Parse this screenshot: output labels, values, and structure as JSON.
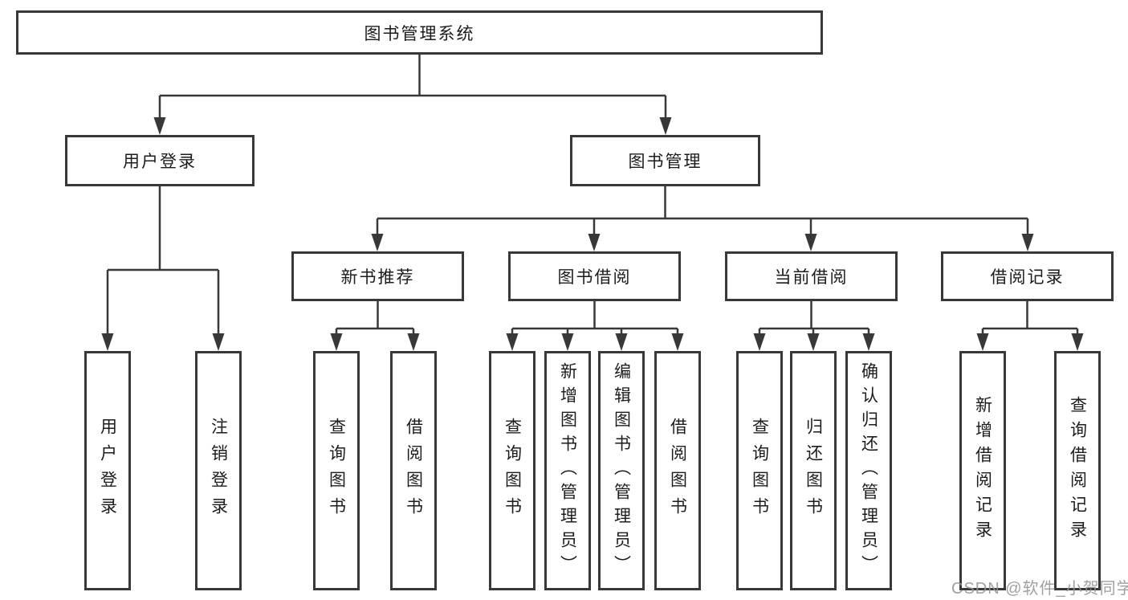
{
  "diagram_type": "hierarchy-structure-chart",
  "colors": {
    "background": "#ffffff",
    "line": "#383838",
    "box_border": "#383838",
    "text": "#1c1c1c",
    "watermark": "#969696"
  },
  "tree": {
    "label": "图书管理系统",
    "children": [
      {
        "label": "用户登录",
        "children": [
          {
            "label": "用户登录"
          },
          {
            "label": "注销登录"
          }
        ]
      },
      {
        "label": "图书管理",
        "children": [
          {
            "label": "新书推荐",
            "children": [
              {
                "label": "查询图书"
              },
              {
                "label": "借阅图书"
              }
            ]
          },
          {
            "label": "图书借阅",
            "children": [
              {
                "label": "查询图书"
              },
              {
                "label": "新增图书（管理员）"
              },
              {
                "label": "编辑图书（管理员）"
              },
              {
                "label": "借阅图书"
              }
            ]
          },
          {
            "label": "当前借阅",
            "children": [
              {
                "label": "查询图书"
              },
              {
                "label": "归还图书"
              },
              {
                "label": "确认归还（管理员）"
              }
            ]
          },
          {
            "label": "借阅记录",
            "children": [
              {
                "label": "新增借阅记录"
              },
              {
                "label": "查询借阅记录"
              }
            ]
          }
        ]
      }
    ]
  },
  "watermark": {
    "text": "CSDN @软件_小贺同学"
  }
}
